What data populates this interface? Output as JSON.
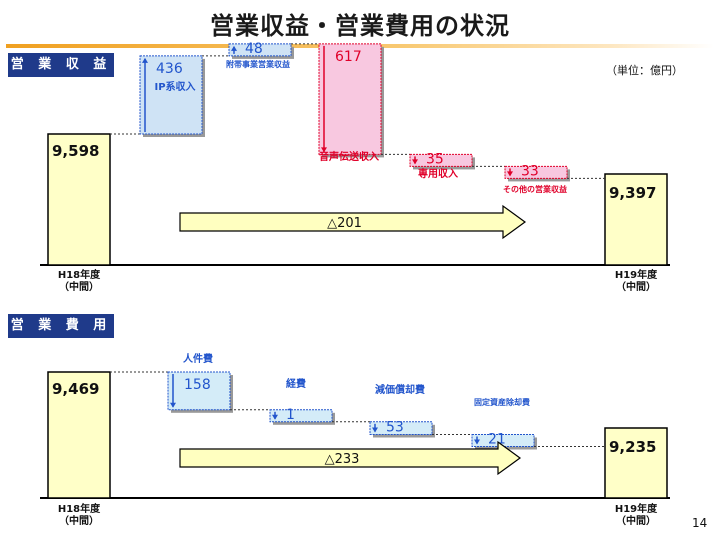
{
  "title": "営業収益・営業費用の状況",
  "unit": "（単位：億円）",
  "page_number": "14",
  "sections": [
    {
      "label": "営 業 収 益"
    },
    {
      "label": "営 業 費 用"
    }
  ],
  "colors": {
    "increase": "#2255cc",
    "decrease_revenue": "#e0002a",
    "decrease_cost": "#2255cc",
    "increase_fill": "#cfe3f5",
    "decrease_fill": "#f8c8e0",
    "cost_fill": "#d4ecf8",
    "total_fill": "#ffffc8",
    "arrow_fill": "#ffffc0",
    "section_bg": "#1f3a8a"
  },
  "chart_data": [
    {
      "type": "bar",
      "subtype": "waterfall",
      "section": "営 業 収 益",
      "start": {
        "label": "H18年度\n（中間）",
        "value": 9598,
        "display": "9,598"
      },
      "steps": [
        {
          "label": "IP系収入",
          "value": 436,
          "display": "436",
          "direction": "up"
        },
        {
          "label": "附帯事業営業収益",
          "value": 48,
          "display": "48",
          "direction": "up"
        },
        {
          "label": "音声伝送収入",
          "value": -617,
          "display": "617",
          "direction": "down"
        },
        {
          "label": "専用収入",
          "value": -35,
          "display": "35",
          "direction": "down"
        },
        {
          "label": "その他の営業収益",
          "value": -33,
          "display": "33",
          "direction": "down"
        }
      ],
      "end": {
        "label": "H19年度\n（中間）",
        "value": 9397,
        "display": "9,397"
      },
      "change": {
        "text": "△201",
        "value": -201
      }
    },
    {
      "type": "bar",
      "subtype": "waterfall",
      "section": "営 業 費 用",
      "start": {
        "label": "H18年度\n（中間）",
        "value": 9469,
        "display": "9,469"
      },
      "steps": [
        {
          "label": "人件費",
          "value": -158,
          "display": "158",
          "direction": "down"
        },
        {
          "label": "経費",
          "value": -1,
          "display": "1",
          "direction": "down"
        },
        {
          "label": "減価償却費",
          "value": -53,
          "display": "53",
          "direction": "down"
        },
        {
          "label": "固定資産除却費",
          "value": -21,
          "display": "21",
          "direction": "down"
        }
      ],
      "end": {
        "label": "H19年度\n（中間）",
        "value": 9235,
        "display": "9,235"
      },
      "change": {
        "text": "△233",
        "value": -233
      }
    }
  ]
}
